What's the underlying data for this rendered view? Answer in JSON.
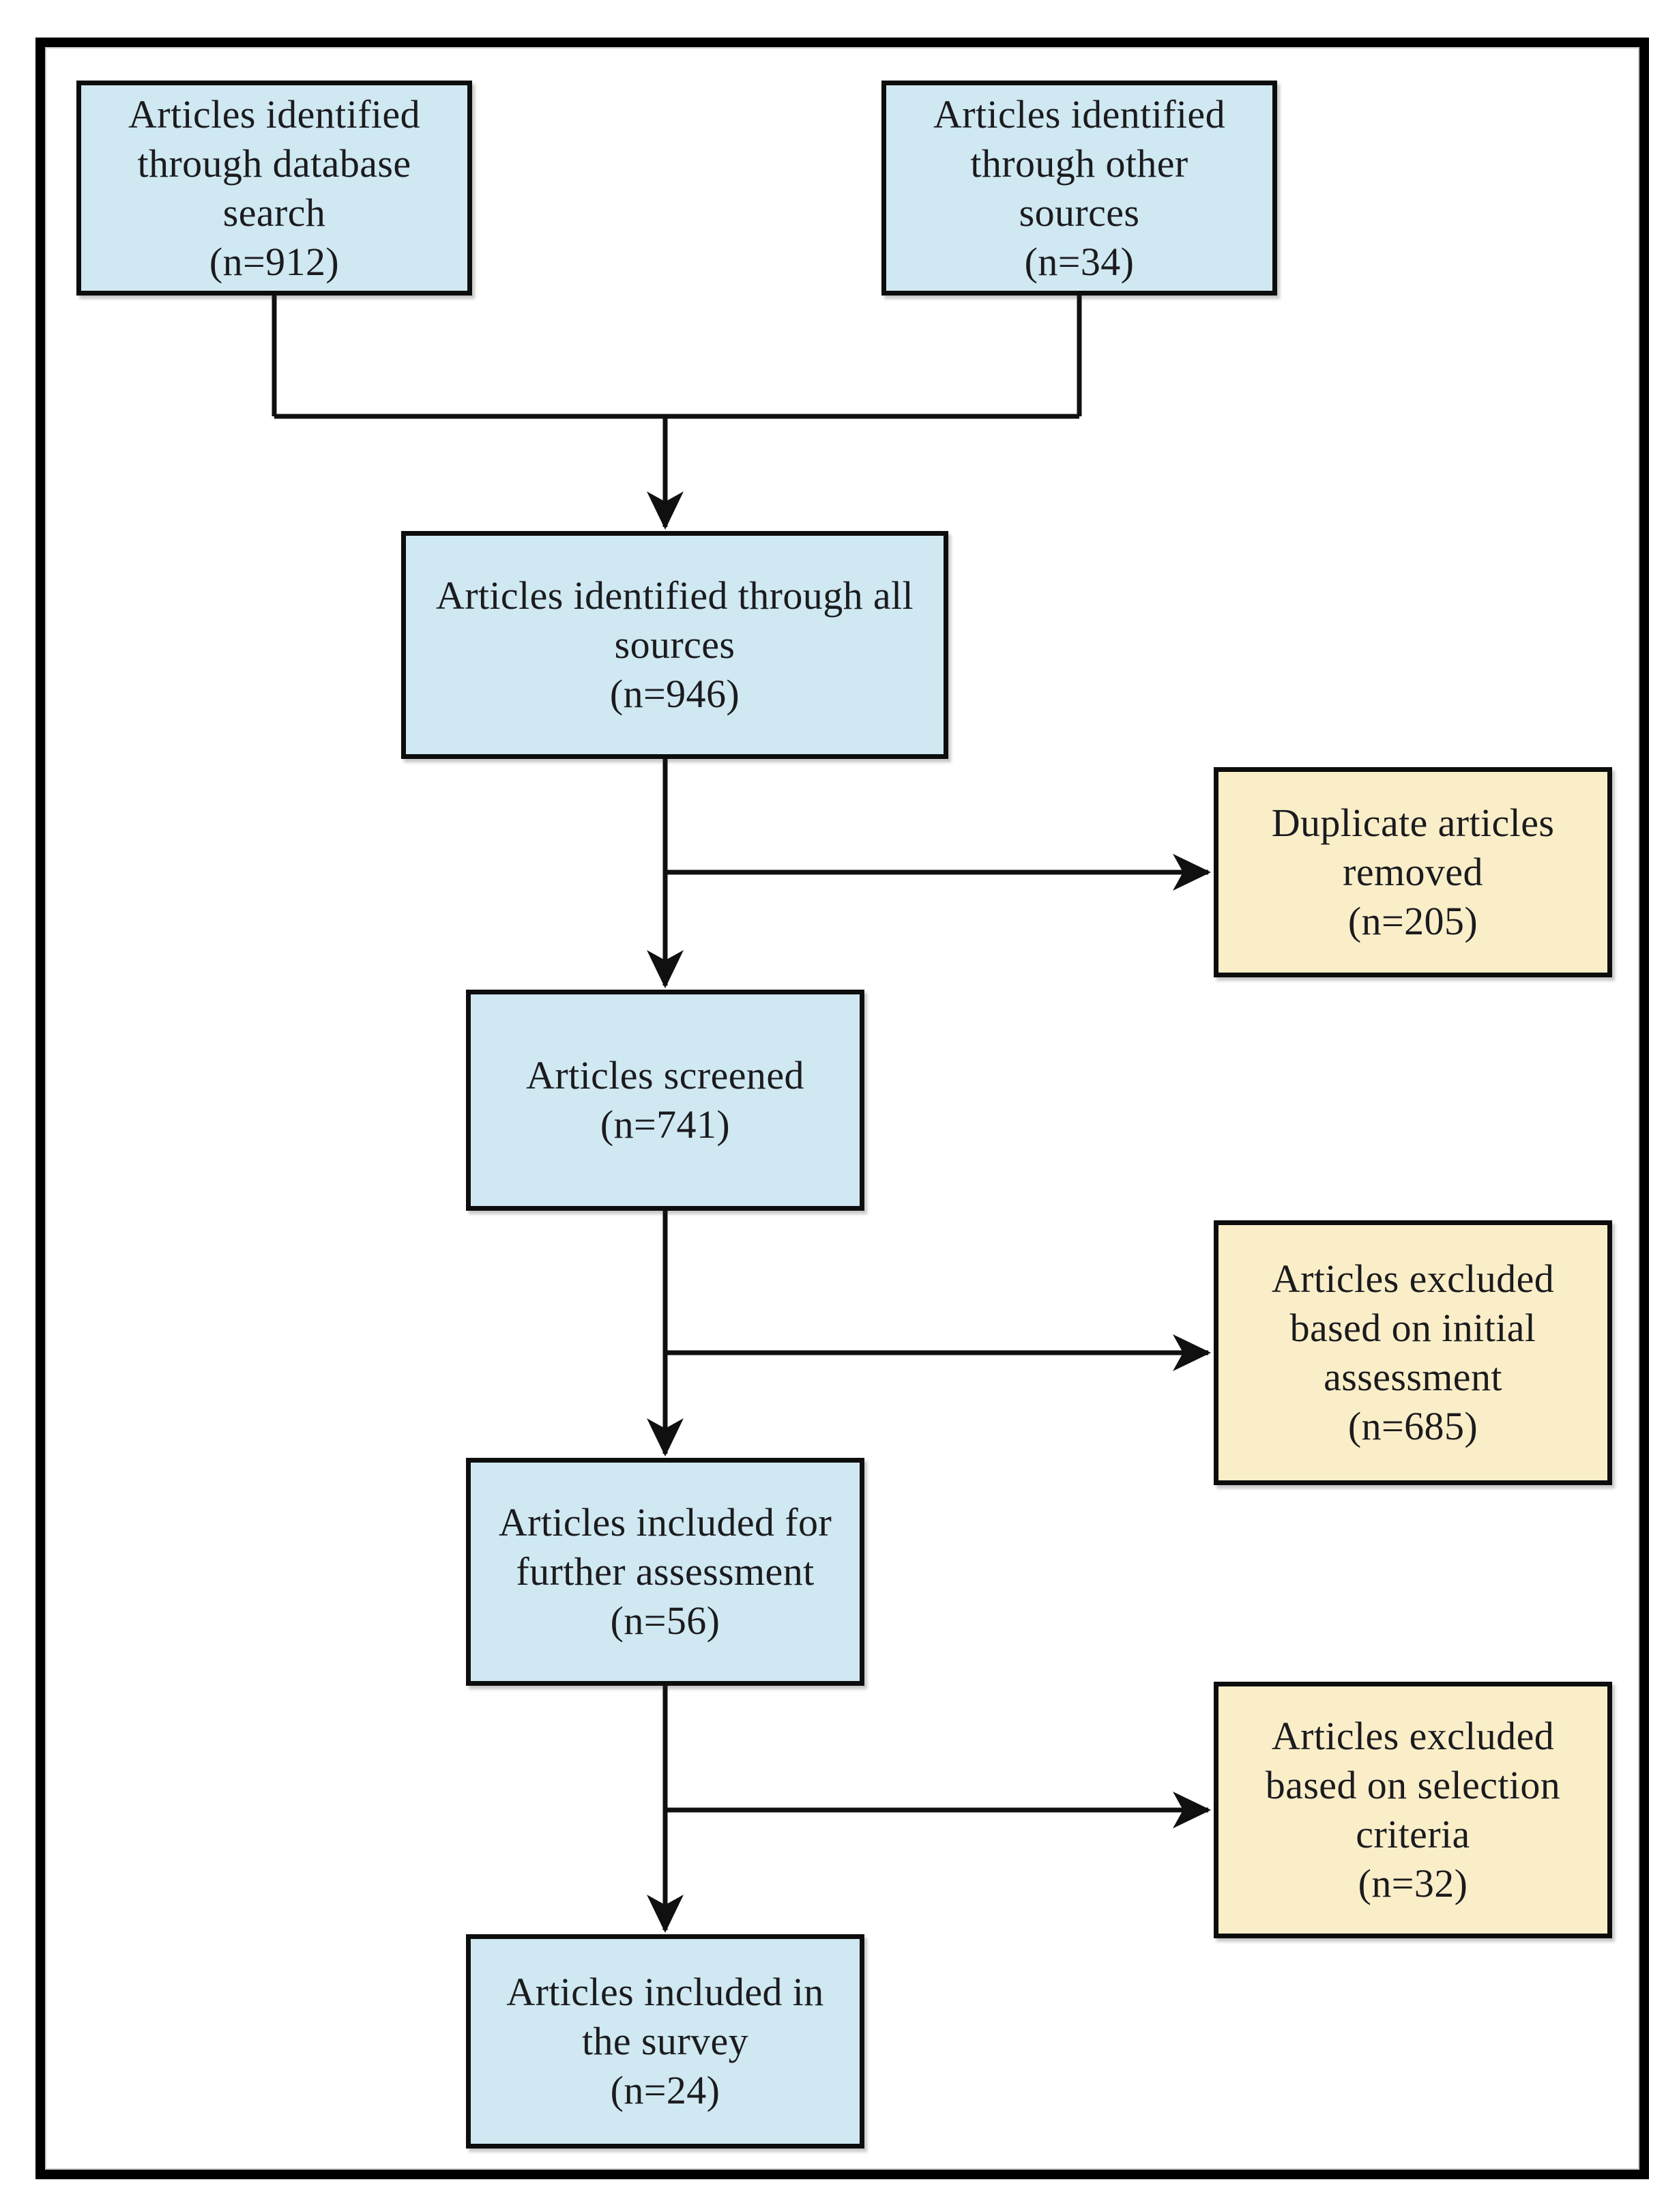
{
  "figure": {
    "type": "flowchart",
    "description": "Article selection flow diagram (PRISMA-style)",
    "colors": {
      "background": "#ffffff",
      "frame": "#000000",
      "connector": "#101010",
      "process_box_fill": "#cfe8f1",
      "exclusion_box_fill": "#faeec9",
      "box_border": "#0d0d0d",
      "text": "#1b1b1e"
    },
    "nodes": [
      {
        "id": "database-search",
        "label": "Articles identified through database search",
        "n": 912,
        "fill": "blue",
        "text": "Articles identified\nthrough database\nsearch\n(n=912)"
      },
      {
        "id": "other-sources",
        "label": "Articles identified through other sources",
        "n": 34,
        "fill": "blue",
        "text": "Articles identified\nthrough other\nsources\n(n=34)"
      },
      {
        "id": "all-sources",
        "label": "Articles identified through all sources",
        "n": 946,
        "fill": "blue",
        "text": "Articles identified through all\nsources\n(n=946)"
      },
      {
        "id": "duplicates-removed",
        "label": "Duplicate articles removed",
        "n": 205,
        "fill": "cream",
        "text": "Duplicate articles\nremoved\n(n=205)"
      },
      {
        "id": "screened",
        "label": "Articles screened",
        "n": 741,
        "fill": "blue",
        "text": "Articles screened\n(n=741)"
      },
      {
        "id": "excluded-initial-assessment",
        "label": "Articles excluded based on initial assessment",
        "n": 685,
        "fill": "cream",
        "text": "Articles excluded\nbased on initial\nassessment\n(n=685)"
      },
      {
        "id": "included-further-assessment",
        "label": "Articles included for further assessment",
        "n": 56,
        "fill": "blue",
        "text": "Articles included for\nfurther assessment\n(n=56)"
      },
      {
        "id": "excluded-selection-criteria",
        "label": "Articles excluded based on selection criteria",
        "n": 32,
        "fill": "cream",
        "text": "Articles excluded\nbased on selection\ncriteria\n(n=32)"
      },
      {
        "id": "included-survey",
        "label": "Articles included in the survey",
        "n": 24,
        "fill": "blue",
        "text": "Articles included in\nthe survey\n(n=24)"
      }
    ],
    "edges": [
      {
        "from": "database-search",
        "to": "all-sources"
      },
      {
        "from": "other-sources",
        "to": "all-sources"
      },
      {
        "from": "all-sources",
        "to": "duplicates-removed"
      },
      {
        "from": "all-sources",
        "to": "screened"
      },
      {
        "from": "screened",
        "to": "excluded-initial-assessment"
      },
      {
        "from": "screened",
        "to": "included-further-assessment"
      },
      {
        "from": "included-further-assessment",
        "to": "excluded-selection-criteria"
      },
      {
        "from": "included-further-assessment",
        "to": "included-survey"
      }
    ]
  }
}
